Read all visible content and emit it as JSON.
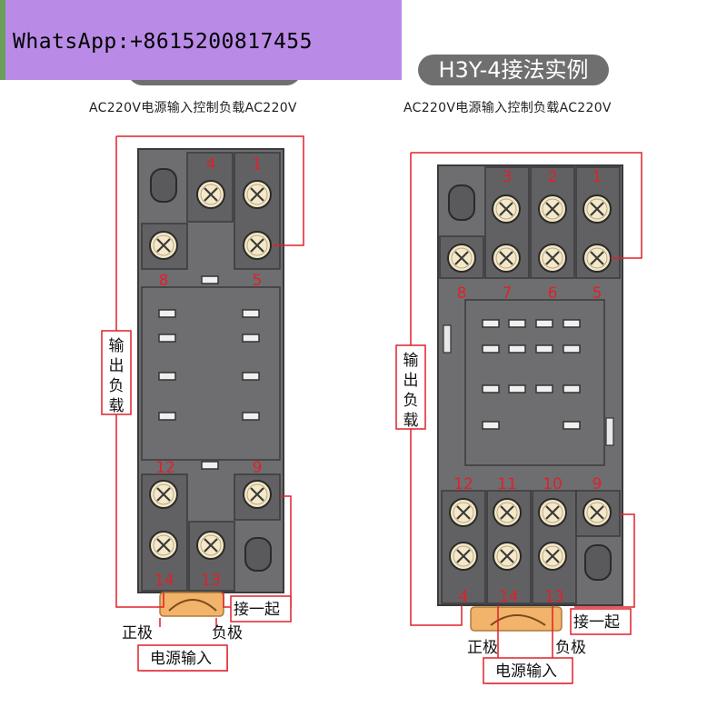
{
  "watermark": "WhatsApp:+8615200817455",
  "left": {
    "title": "H3Y-2接法实例",
    "subtitle": "AC220V电源输入控制负载AC220V",
    "terminals": [
      "4",
      "1",
      "8",
      "5",
      "12",
      "9",
      "14",
      "13"
    ],
    "output_load_label": "输出负载",
    "connect_together_label": "接一起",
    "positive_label": "正极",
    "negative_label": "负极",
    "power_input_label": "电源输入"
  },
  "right": {
    "title": "H3Y-4接法实例",
    "subtitle": "AC220V电源输入控制负载AC220V",
    "terminals": [
      "3",
      "2",
      "1",
      "8",
      "7",
      "6",
      "5",
      "12",
      "11",
      "10",
      "9",
      "4",
      "14",
      "13"
    ],
    "output_load_label": "输出负载",
    "connect_together_label": "接一起",
    "positive_label": "正极",
    "negative_label": "负极",
    "power_input_label": "电源输入"
  },
  "colors": {
    "base": "#6e6e70",
    "base_dark": "#3a3a3c",
    "wire": "#e0202a",
    "screw": "#f4e8c8",
    "banner": "#b98be6",
    "label_text": "#e0202a"
  }
}
